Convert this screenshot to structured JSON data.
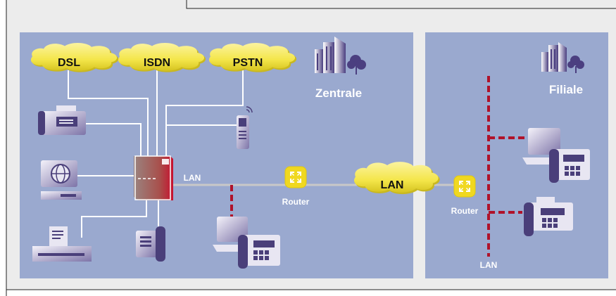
{
  "networks": {
    "dsl": "DSL",
    "isdn": "ISDN",
    "pstn": "PSTN",
    "wan": "LAN"
  },
  "sites": {
    "headquarters": "Zentrale",
    "branch": "Filiale"
  },
  "labels": {
    "lan_hq": "LAN",
    "router_hq": "Router",
    "router_branch": "Router",
    "lan_branch": "LAN"
  },
  "colors": {
    "background": "#ececec",
    "frame": "#222222",
    "site_fill": "#9aa9cf",
    "cloud_fill": "#f4e64a",
    "cloud_shadow": "#c9b820",
    "router": "#f0d820",
    "lan_red": "#b0122a",
    "lan_gray": "#c8c8c8",
    "line": "#ffffff",
    "device_dark": "#4a3f7a",
    "device_light": "#e8e6f2",
    "label_white": "#ffffff",
    "label_dark": "#111111"
  }
}
